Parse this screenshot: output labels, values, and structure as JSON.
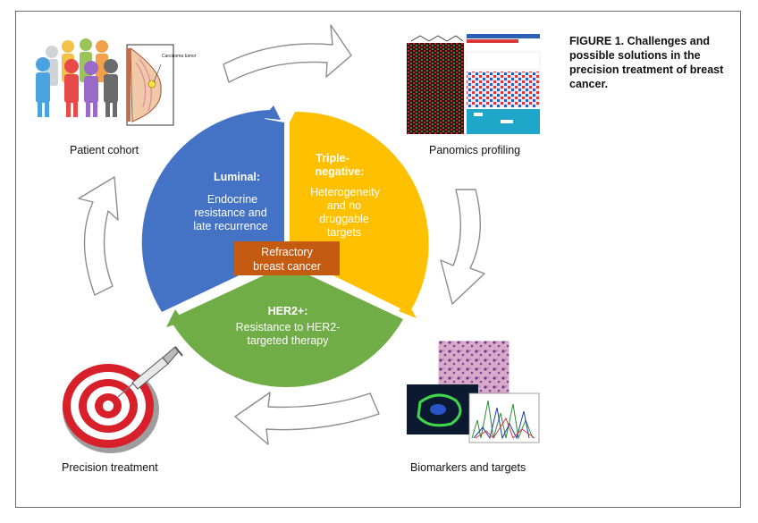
{
  "figure": {
    "caption": "FIGURE 1. Challenges and possible solutions in the precision treatment of breast cancer."
  },
  "cycle": {
    "patient_cohort": "Patient cohort",
    "panomics_profiling": "Panomics profiling",
    "biomarkers_targets": "Biomarkers and targets",
    "precision_treatment": "Precision treatment",
    "carcinoma_label": "Carcinoma tumor"
  },
  "center": {
    "refractory_line1": "Refractory",
    "refractory_line2": "breast cancer",
    "luminal": {
      "title": "Luminal:",
      "line1": "Endocrine",
      "line2": "resistance and",
      "line3": "late recurrence",
      "color": "#4472c4"
    },
    "triple_negative": {
      "title1": "Triple-",
      "title2": "negative:",
      "line1": "Heterogeneity",
      "line2": "and no",
      "line3": "druggable",
      "line4": "targets",
      "color": "#ffc000"
    },
    "her2": {
      "title": "HER2+:",
      "line1": "Resistance to HER2-",
      "line2": "targeted therapy",
      "color": "#70ad47"
    },
    "refractory_color": "#c55a11"
  }
}
